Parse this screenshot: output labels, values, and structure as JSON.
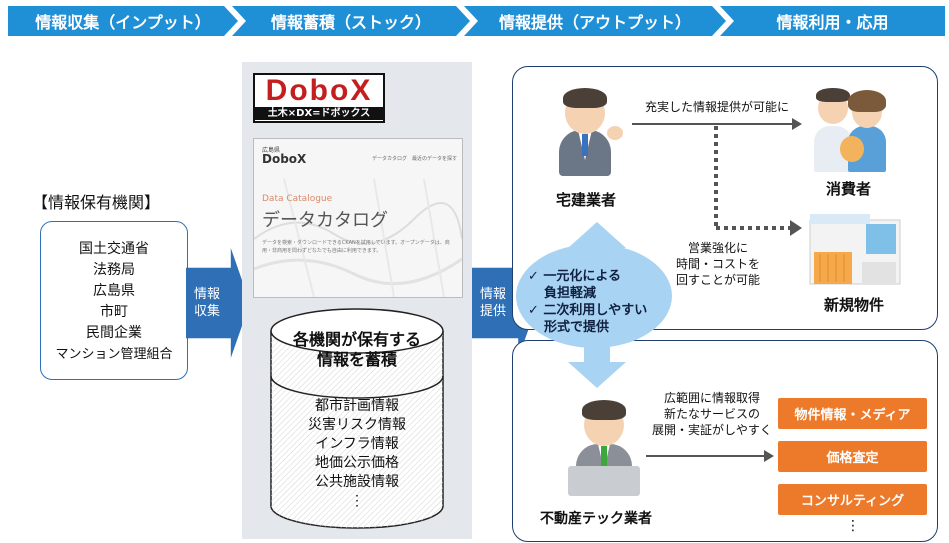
{
  "banner": [
    "情報収集（インプット）",
    "情報蓄積（ストック）",
    "情報提供（アウトプット）",
    "情報利用・応用"
  ],
  "holders": {
    "title": "【情報保有機関】",
    "items": [
      "国土交通省",
      "法務局",
      "広島県",
      "市町",
      "民間企業",
      "マンション管理組合"
    ]
  },
  "arrow_collect": [
    "情報",
    "収集"
  ],
  "arrow_provide": [
    "情報",
    "提供"
  ],
  "dobox": {
    "logo_main": "DoboX",
    "logo_sub": "土木×DX=ドボックス",
    "screen": {
      "brand_small": "広島県",
      "brand": "DoboX",
      "nav": "データカタログ　最近のデータを探す",
      "catalogue_en": "Data Catalogue",
      "catalogue_ja": "データカタログ",
      "desc": "データを検索・ダウンロードできるCKANを試用しています。オープンデータは、商用・非商用を問わずどなたでも自由に利用できます。"
    }
  },
  "cylinder": {
    "title": [
      "各機関が保有する",
      "情報を蓄積"
    ],
    "items": [
      "都市計画情報",
      "災害リスク情報",
      "インフラ情報",
      "地価公示価格",
      "公共施設情報",
      "⋮"
    ]
  },
  "benefits": [
    "一元化による",
    "負担軽減",
    "二次利用しやすい",
    "形式で提供"
  ],
  "top_panel": {
    "actor": "宅建業者",
    "flow_top": "充実した情報提供が可能に",
    "consumer": "消費者",
    "flow_mid": [
      "営業強化に",
      "時間・コストを",
      "回すことが可能"
    ],
    "property": "新規物件"
  },
  "bottom_panel": {
    "actor": "不動産テック業者",
    "flow": [
      "広範囲に情報取得",
      "新たなサービスの",
      "展開・実証がしやすく"
    ],
    "services": [
      "物件情報・メディア",
      "価格査定",
      "コンサルティング"
    ],
    "more": "⋮"
  },
  "colors": {
    "banner": "#1f8fd6",
    "arrow": "#2f6fb6",
    "orange": "#ec7a2a",
    "oval": "#a9d3f2",
    "panel_border": "#1f3e6e"
  }
}
